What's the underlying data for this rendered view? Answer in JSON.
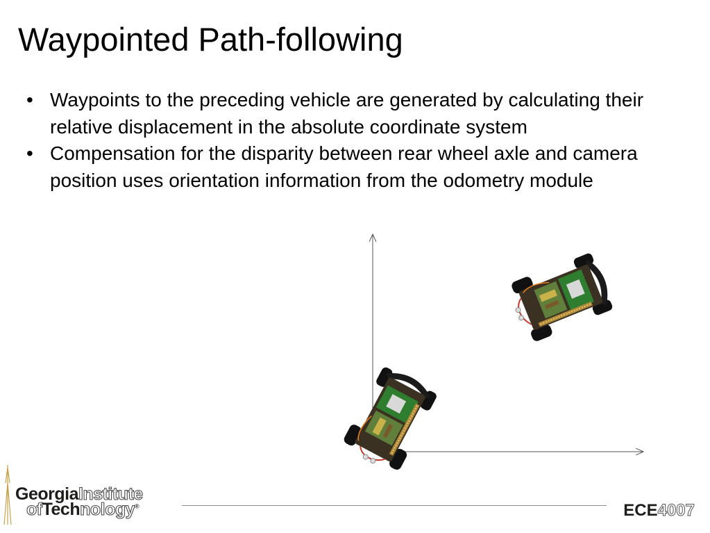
{
  "slide": {
    "title": "Waypointed Path-following",
    "bullets": [
      "Waypoints to the preceding vehicle are generated by calculating their relative displacement in the absolute coordinate system",
      "Compensation for the disparity between rear wheel axle and camera position uses orientation information from the odometry module"
    ],
    "bullet_glyph": "•"
  },
  "footer": {
    "logo_line1_a": "Georgia",
    "logo_line1_b": "Institute",
    "logo_line2_a": "of",
    "logo_line2_b": "Tech",
    "logo_line2_c": "nology",
    "logo_registered": "®",
    "course_prefix": "ECE",
    "course_number": "4007"
  },
  "diagram": {
    "icons": [
      "robot-car-icon",
      "robot-car-icon"
    ],
    "axis_color": "#555555"
  }
}
